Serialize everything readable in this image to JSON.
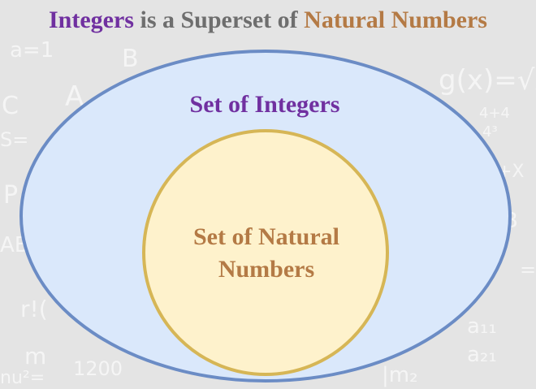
{
  "title": {
    "part1": "Integers",
    "part2": " is a Superset of ",
    "part3": "Natural Numbers"
  },
  "diagram": {
    "outer_label": "Set of Integers",
    "inner_label": "Set of Natural Numbers",
    "colors": {
      "outer_fill": "#dae8fb",
      "outer_stroke": "#6b8cc5",
      "inner_fill": "#fef2cc",
      "inner_stroke": "#d6b656",
      "purple": "#7030a0",
      "brown": "#b47a45",
      "gray": "#6e6e6e"
    }
  }
}
